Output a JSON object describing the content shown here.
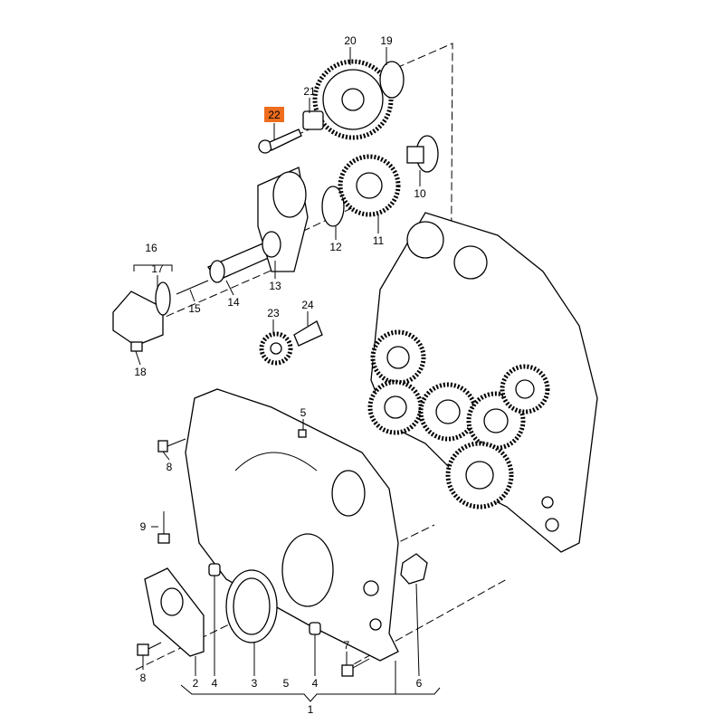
{
  "diagram": {
    "highlight_color": "#ee6d1e",
    "highlighted_callout": "22",
    "callouts": {
      "c20": "20",
      "c19": "19",
      "c21": "21",
      "c22": "22",
      "c10": "10",
      "c11": "11",
      "c12": "12",
      "c13": "13",
      "c14": "14",
      "c15": "15",
      "c16": "16",
      "c17": "17",
      "c18": "18",
      "c23": "23",
      "c24": "24",
      "c5a": "5",
      "c8a": "8",
      "c9": "9",
      "c8b": "8",
      "c2": "2",
      "c4a": "4",
      "c3": "3",
      "c5b": "5",
      "c4b": "4",
      "c7": "7",
      "c6": "6",
      "c1": "1"
    }
  }
}
